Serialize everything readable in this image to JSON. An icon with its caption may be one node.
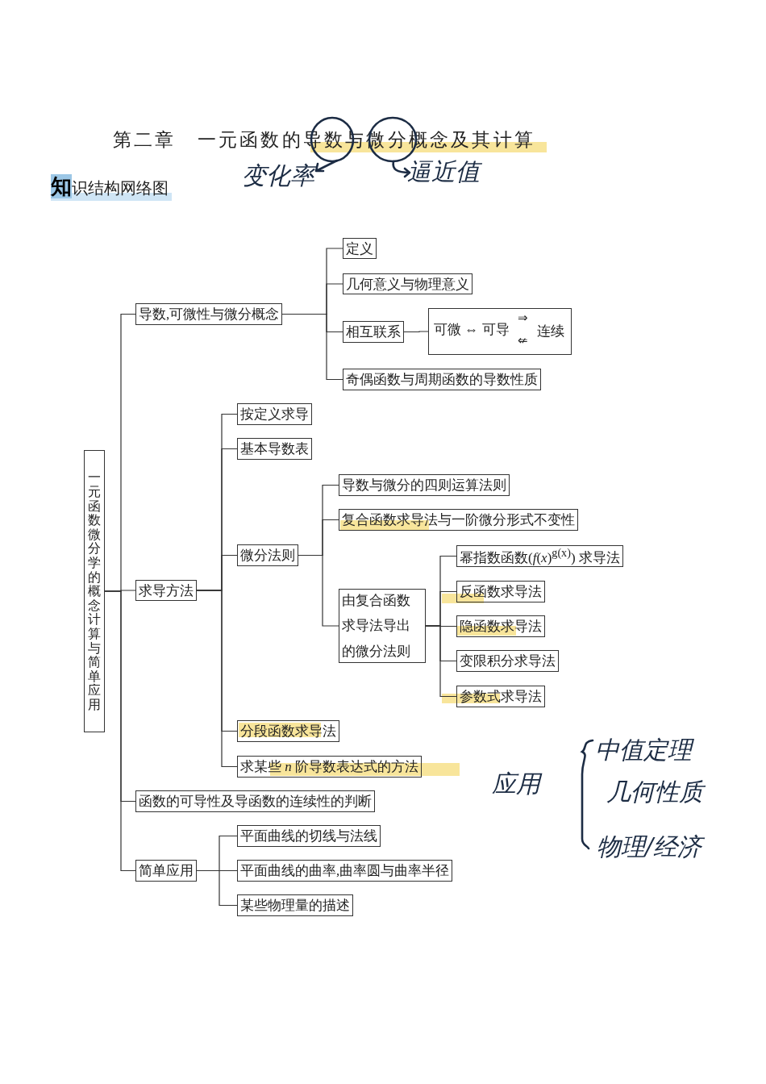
{
  "diagram": {
    "title": "第二章　一元函数的导数与微分概念及其计算",
    "nodes": [
      {
        "text": [
          "一元函数微分学的概念计算与简单应用"
        ]
      },
      {
        "text": [
          "导数,可微性与微分概念"
        ]
      },
      {
        "text": [
          "定义"
        ]
      },
      {
        "text": [
          "几何意义与物理意义"
        ]
      },
      {
        "text": [
          "相互联系"
        ]
      },
      {
        "text": [
          "可微 ⇔ 可导",
          "⇒",
          "⇍",
          "连续"
        ]
      },
      {
        "text": [
          "奇偶函数与周期函数的导数性质"
        ]
      },
      {
        "text": [
          "求导方法"
        ]
      },
      {
        "text": [
          "按定义求导"
        ]
      },
      {
        "text": [
          "基本导数表"
        ]
      },
      {
        "text": [
          "微分法则"
        ]
      },
      {
        "text": [
          "导数与微分的四则运算法则"
        ]
      },
      {
        "text": [
          "复合函数求导法与一阶微分形式不变性"
        ]
      },
      {
        "text": [
          "由复合函数求导法导出的微分法则"
        ]
      },
      {
        "text": [
          "幂指数函数(*f*(*x*)$^{g(x)}$) 求导法"
        ]
      },
      {
        "text": [
          "反函数求导法"
        ]
      },
      {
        "text": [
          "隐函数求导法"
        ]
      },
      {
        "text": [
          "变限积分求导法"
        ]
      },
      {
        "text": [
          "参数式求导法"
        ]
      },
      {
        "text": [
          "分段函数求导法"
        ]
      },
      {
        "text": [
          "求某些 *n* 阶导数表达式的方法"
        ]
      },
      {
        "text": [
          "函数的可导性及导函数的连续性的判断"
        ]
      },
      {
        "text": [
          "简单应用"
        ]
      },
      {
        "text": [
          "平面曲线的切线与法线"
        ]
      },
      {
        "text": [
          "平面曲线的曲率,曲率圆与曲率半径"
        ]
      },
      {
        "text": [
          "某些物理量的描述"
        ]
      }
    ],
    "edges": [
      {
        "from": 0,
        "to": 1,
        "arrow": "none"
      },
      {
        "from": 1,
        "to": 2,
        "arrow": "none"
      },
      {
        "from": 1,
        "to": 3,
        "arrow": "none"
      },
      {
        "from": 1,
        "to": 4,
        "arrow": "none"
      },
      {
        "from": 4,
        "to": 5,
        "arrow": "none"
      },
      {
        "from": 1,
        "to": 6,
        "arrow": "none"
      },
      {
        "from": 0,
        "to": 7,
        "arrow": "none"
      },
      {
        "from": 7,
        "to": 8,
        "arrow": "none"
      },
      {
        "from": 7,
        "to": 9,
        "arrow": "none"
      },
      {
        "from": 7,
        "to": 10,
        "arrow": "none"
      },
      {
        "from": 10,
        "to": 11,
        "arrow": "none"
      },
      {
        "from": 10,
        "to": 12,
        "arrow": "none"
      },
      {
        "from": 10,
        "to": 13,
        "arrow": "none"
      },
      {
        "from": 13,
        "to": 14,
        "arrow": "none"
      },
      {
        "from": 13,
        "to": 15,
        "arrow": "none"
      },
      {
        "from": 13,
        "to": 16,
        "arrow": "none"
      },
      {
        "from": 13,
        "to": 17,
        "arrow": "none"
      },
      {
        "from": 13,
        "to": 18,
        "arrow": "none"
      },
      {
        "from": 7,
        "to": 19,
        "arrow": "none"
      },
      {
        "from": 7,
        "to": 20,
        "arrow": "none"
      },
      {
        "from": 0,
        "to": 21,
        "arrow": "none"
      },
      {
        "from": 0,
        "to": 22,
        "arrow": "none"
      },
      {
        "from": 22,
        "to": 23,
        "arrow": "none"
      },
      {
        "from": 22,
        "to": 24,
        "arrow": "none"
      },
      {
        "from": 22,
        "to": 25,
        "arrow": "none"
      }
    ],
    "labels": [
      "知识结构网络图",
      "变化率",
      "逼近值",
      "应用",
      "中值定理",
      "几何性质",
      "物理/经济"
    ]
  }
}
